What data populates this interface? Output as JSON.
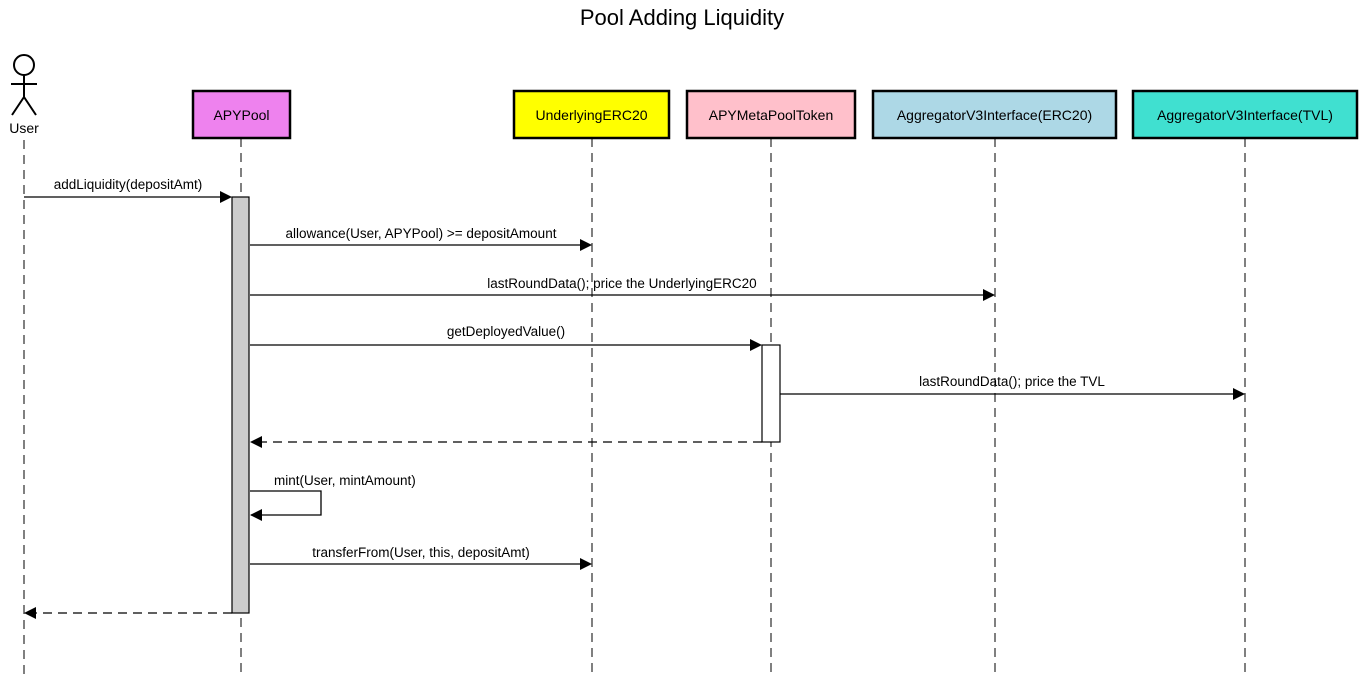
{
  "title": "Pool Adding Liquidity",
  "actor": {
    "label": "User",
    "icon": "stick-figure-icon"
  },
  "participants": [
    {
      "id": "apypool",
      "label": "APYPool",
      "color": "#ee82ee"
    },
    {
      "id": "underlying",
      "label": "UnderlyingERC20",
      "color": "#ffff00"
    },
    {
      "id": "metapooltoken",
      "label": "APYMetaPoolToken",
      "color": "#ffc0cb"
    },
    {
      "id": "agg_erc20",
      "label": "AggregatorV3Interface(ERC20)",
      "color": "#add8e6"
    },
    {
      "id": "agg_tvl",
      "label": "AggregatorV3Interface(TVL)",
      "color": "#40e0d0"
    }
  ],
  "activations": [
    {
      "lifeline": "apypool",
      "color": "#cccccc"
    },
    {
      "lifeline": "metapooltoken",
      "color": "#ffffff"
    }
  ],
  "messages": [
    {
      "from": "user",
      "to": "apypool",
      "label": "addLiquidity(depositAmt)",
      "kind": "call"
    },
    {
      "from": "apypool",
      "to": "underlying",
      "label": "allowance(User, APYPool) >= depositAmount",
      "kind": "call"
    },
    {
      "from": "apypool",
      "to": "agg_erc20",
      "label": "lastRoundData(); price the UnderlyingERC20",
      "kind": "call"
    },
    {
      "from": "apypool",
      "to": "metapooltoken",
      "label": "getDeployedValue()",
      "kind": "call"
    },
    {
      "from": "metapooltoken",
      "to": "agg_tvl",
      "label": "lastRoundData(); price the TVL",
      "kind": "call"
    },
    {
      "from": "metapooltoken",
      "to": "apypool",
      "label": "",
      "kind": "return"
    },
    {
      "from": "apypool",
      "to": "apypool",
      "label": "mint(User, mintAmount)",
      "kind": "self"
    },
    {
      "from": "apypool",
      "to": "underlying",
      "label": "transferFrom(User, this, depositAmt)",
      "kind": "call"
    },
    {
      "from": "apypool",
      "to": "user",
      "label": "",
      "kind": "return"
    }
  ]
}
